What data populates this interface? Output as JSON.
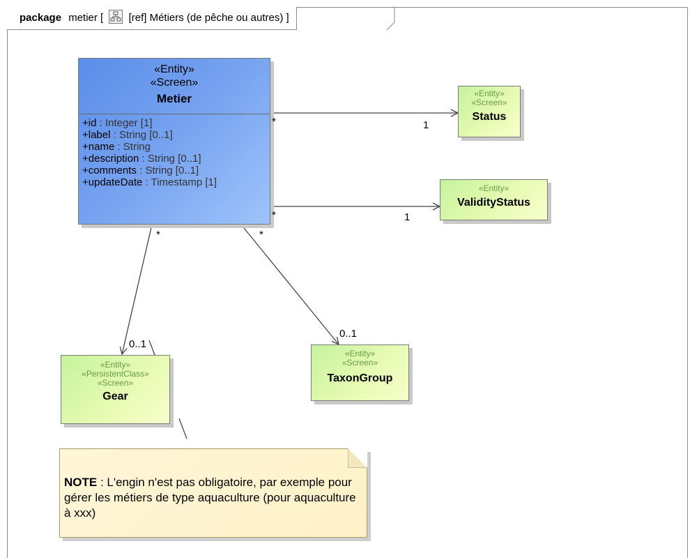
{
  "package": {
    "keyword": "package",
    "name": "metier [",
    "ref_text": "[ref] Métiers (de pêche ou autres) ]"
  },
  "classes": {
    "metier": {
      "stereotypes": [
        "«Entity»",
        "«Screen»"
      ],
      "name": "Metier",
      "attributes": [
        {
          "name": "+id",
          "type": " : Integer [1]"
        },
        {
          "name": "+label",
          "type": " : String [0..1]"
        },
        {
          "name": "+name",
          "type": " : String"
        },
        {
          "name": "+description",
          "type": " : String [0..1]"
        },
        {
          "name": "+comments",
          "type": " : String [0..1]"
        },
        {
          "name": "+updateDate",
          "type": " : Timestamp [1]"
        }
      ]
    },
    "status": {
      "stereotypes": [
        "«Entity»",
        "«Screen»"
      ],
      "name": "Status"
    },
    "validity_status": {
      "stereotypes": [
        "«Entity»"
      ],
      "name": "ValidityStatus"
    },
    "taxon_group": {
      "stereotypes": [
        "«Entity»",
        "«Screen»"
      ],
      "name": "TaxonGroup"
    },
    "gear": {
      "stereotypes": [
        "«Entity»",
        "«PersistentClass»",
        "«Screen»"
      ],
      "name": "Gear"
    }
  },
  "multiplicities": {
    "status_src": "*",
    "status_dst": "1",
    "validity_src": "*",
    "validity_dst": "1",
    "gear_src": "*",
    "gear_dst": "0..1",
    "taxon_src": "*",
    "taxon_dst": "0..1"
  },
  "note": {
    "label": "NOTE",
    "text": " : L'engin n'est pas obligatoire, par exemple pour gérer les métiers de type aquaculture (pour aquaculture à xxx)"
  }
}
